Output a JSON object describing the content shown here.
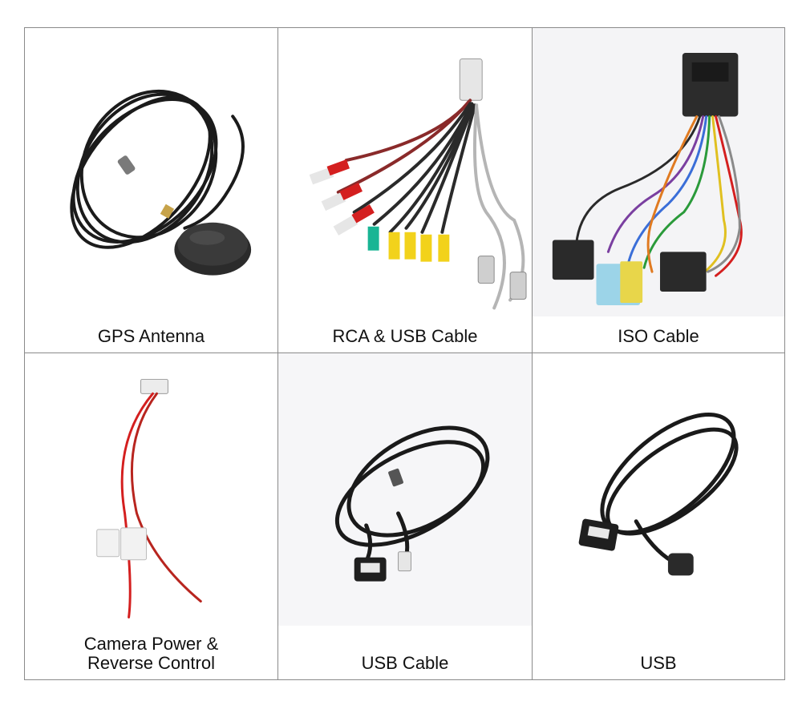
{
  "items": [
    {
      "label": "GPS Antenna",
      "icon": "gps-antenna-icon"
    },
    {
      "label": "RCA & USB Cable",
      "icon": "rca-usb-cable-icon"
    },
    {
      "label": "ISO Cable",
      "icon": "iso-cable-icon"
    },
    {
      "label_line1": "Camera Power &",
      "label_line2": "Reverse Control",
      "icon": "camera-power-cable-icon"
    },
    {
      "label": "USB Cable",
      "icon": "usb-cable-icon"
    },
    {
      "label": "USB",
      "icon": "usb-extension-icon"
    }
  ],
  "colors": {
    "border": "#8a8a8a",
    "cable_black": "#1a1a1a",
    "cable_red": "#d41f1f",
    "cable_gray": "#b5b5b5"
  }
}
